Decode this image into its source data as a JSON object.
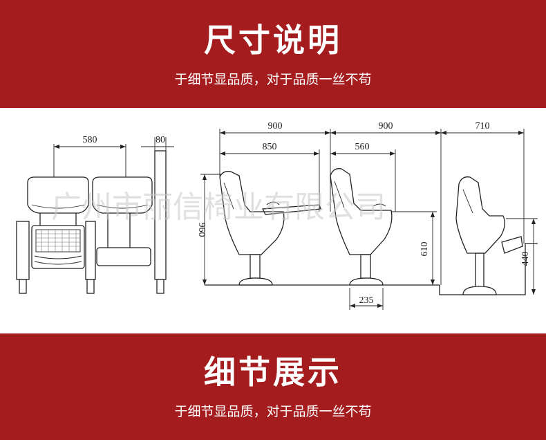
{
  "header": {
    "title": "尺寸说明",
    "subtitle": "于细节显品质，对于品质一丝不苟"
  },
  "dimensions": {
    "front_width": "580",
    "front_side": "80",
    "top_900_a": "900",
    "top_900_b": "900",
    "top_710": "710",
    "inner_850": "850",
    "inner_560": "560",
    "height_960": "960",
    "height_610": "610",
    "height_440": "440",
    "base_235": "235"
  },
  "watermark": "广州市丽信椅业有限公司",
  "footer": {
    "title": "细节展示",
    "subtitle": "于细节显品质，对于品质一丝不苟"
  },
  "colors": {
    "banner": "#a41c1e",
    "text": "#ffffff",
    "line": "#222222"
  }
}
